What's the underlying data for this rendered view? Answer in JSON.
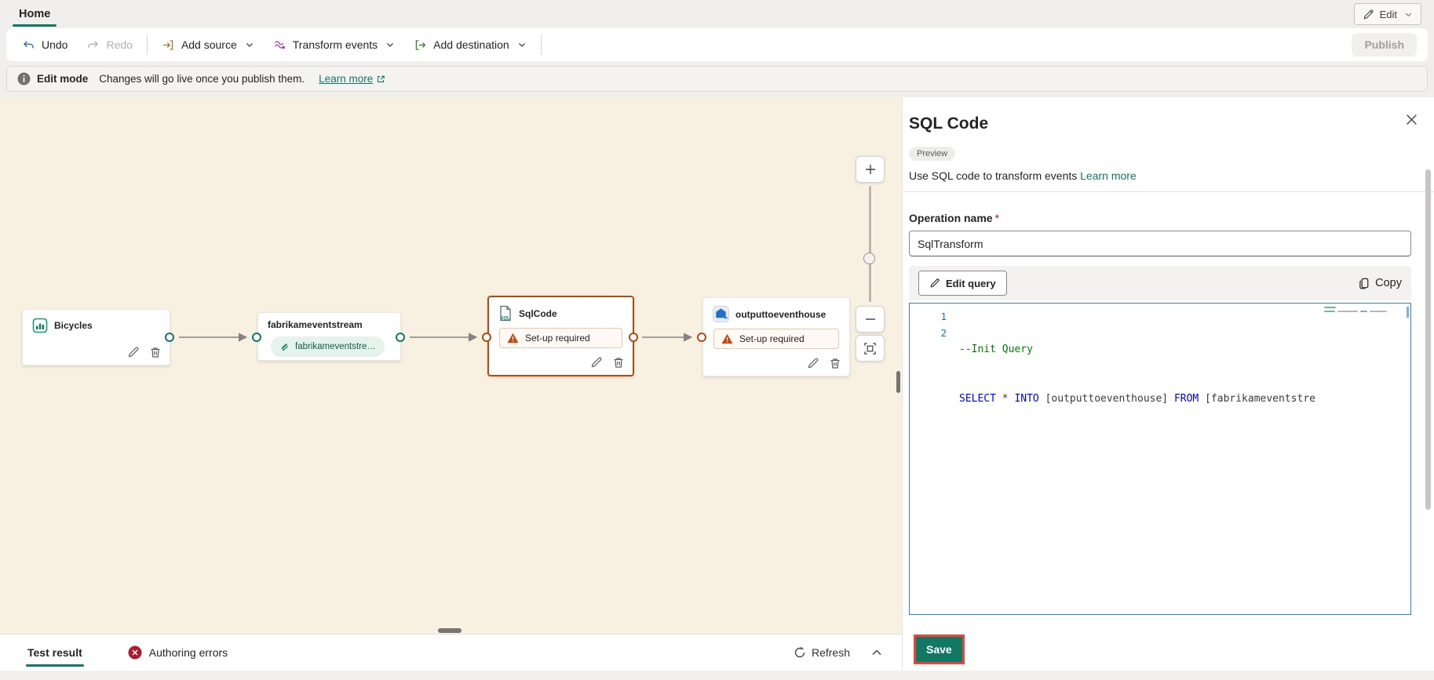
{
  "app": {
    "tab_home": "Home",
    "edit": "Edit",
    "publish": "Publish"
  },
  "toolbar": {
    "undo": "Undo",
    "redo": "Redo",
    "add_source": "Add source",
    "transform_events": "Transform events",
    "add_destination": "Add destination"
  },
  "infobar": {
    "title": "Edit mode",
    "message": "Changes will go live once you publish them.",
    "learn_more": "Learn more"
  },
  "canvas": {
    "nodes": {
      "bicycles": {
        "title": "Bicycles"
      },
      "eventstream": {
        "title": "fabrikameventstream",
        "pill": "fabrikameventstre…"
      },
      "sqlcode": {
        "title": "SqlCode",
        "warning": "Set-up required"
      },
      "eventhouse": {
        "title": "outputtoeventhouse",
        "warning": "Set-up required"
      }
    }
  },
  "panel": {
    "title": "SQL Code",
    "badge": "Preview",
    "description": "Use SQL code to transform events",
    "learn_more": "Learn more",
    "operation_name": {
      "label": "Operation name",
      "required_mark": "*",
      "value": "SqlTransform"
    },
    "query_toolbar": {
      "edit_query": "Edit query",
      "copy": "Copy"
    },
    "editor": {
      "line_numbers": [
        "1",
        "2"
      ],
      "line1_comment": "--Init Query",
      "line2_tokens": [
        {
          "text": "SELECT",
          "type": "keyword"
        },
        {
          "text": " * ",
          "type": "plain"
        },
        {
          "text": "INTO",
          "type": "keyword"
        },
        {
          "text": " [outputtoeventhouse] ",
          "type": "plain"
        },
        {
          "text": "FROM",
          "type": "keyword"
        },
        {
          "text": " [fabrikameventstre",
          "type": "plain"
        }
      ]
    },
    "save": "Save"
  },
  "bottombar": {
    "test_result": "Test result",
    "authoring_errors": "Authoring errors",
    "refresh": "Refresh"
  },
  "colors": {
    "accent_teal": "#117865",
    "selection_orange": "#B5490F",
    "warning_orange": "#C7480D",
    "error_red": "#AE1B2E",
    "annotation_red": "#E8453C",
    "keyword_blue": "#0000F0",
    "comment_green": "#008000"
  }
}
